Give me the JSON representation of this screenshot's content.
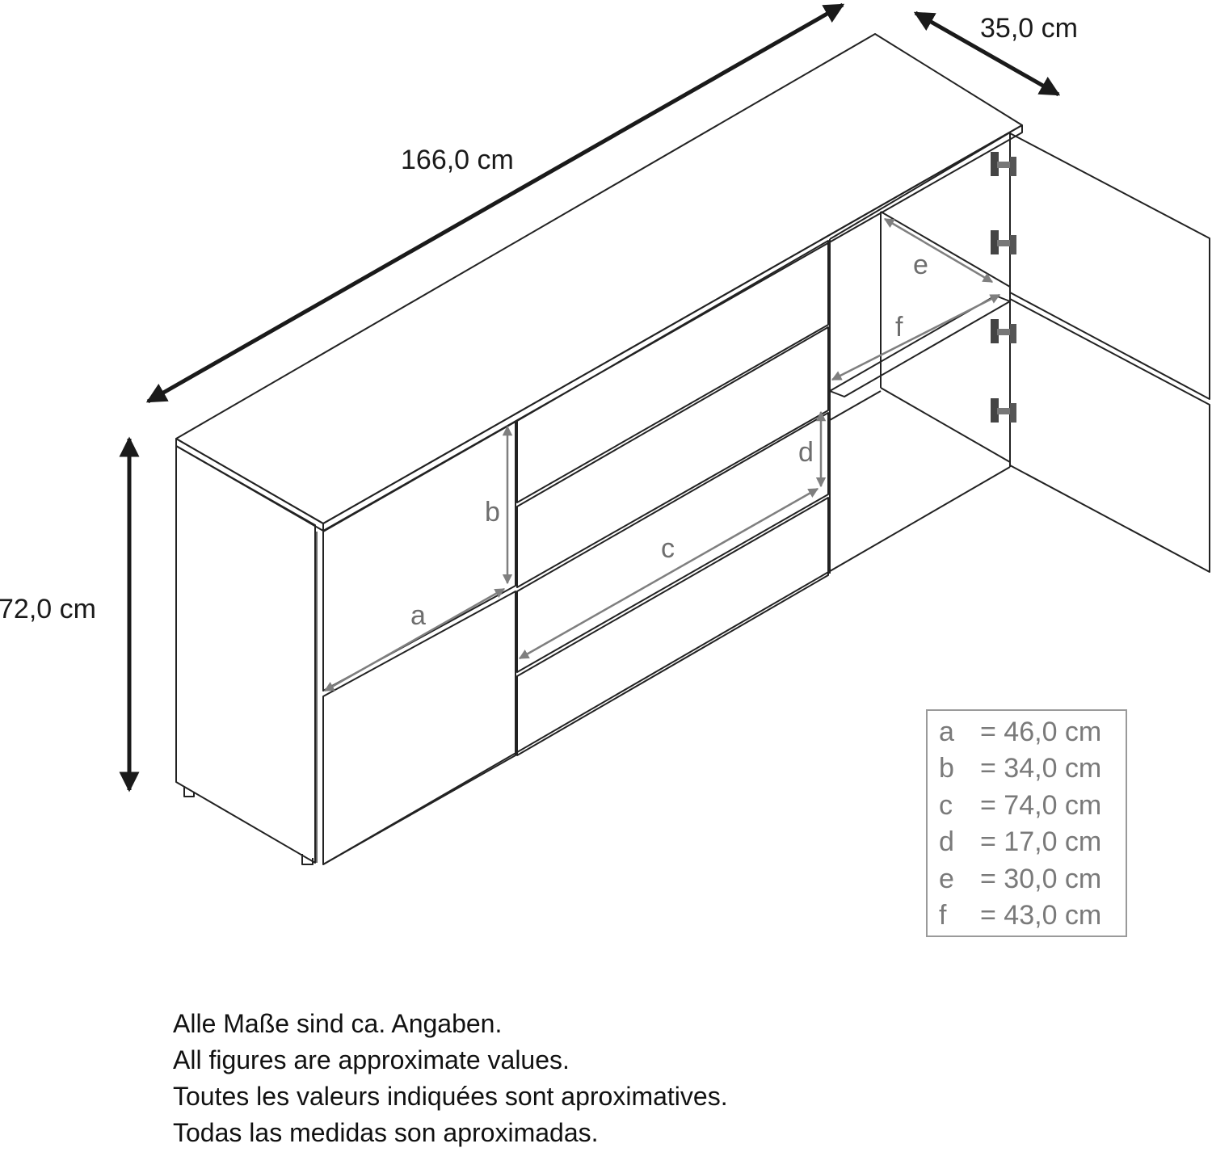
{
  "dimensions": {
    "width": "166,0 cm",
    "depth": "35,0 cm",
    "height": "72,0 cm"
  },
  "detail_labels": [
    "a",
    "b",
    "c",
    "d",
    "e",
    "f"
  ],
  "legend": [
    {
      "key": "a",
      "value": "= 46,0 cm"
    },
    {
      "key": "b",
      "value": "= 34,0 cm"
    },
    {
      "key": "c",
      "value": "= 74,0 cm"
    },
    {
      "key": "d",
      "value": "= 17,0 cm"
    },
    {
      "key": "e",
      "value": "= 30,0 cm"
    },
    {
      "key": "f",
      "value": "= 43,0 cm"
    }
  ],
  "notes": [
    "Alle Maße sind ca. Angaben.",
    "All figures are approximate values.",
    "Toutes les valeurs indiquées sont aproximatives.",
    "Todas las medidas son aproximadas."
  ],
  "colors": {
    "outline": "#222222",
    "dimension_arrow": "#1a1a1a",
    "inner_dimension": "#7f7f7f",
    "legend_text": "#7a7a7a"
  }
}
